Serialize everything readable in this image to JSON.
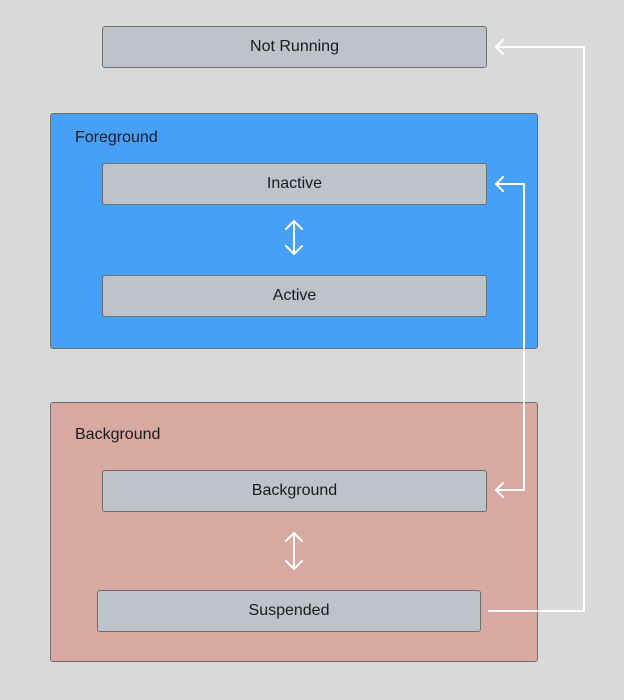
{
  "groups": {
    "foreground": {
      "title": "Foreground",
      "color": "#46a0f8"
    },
    "background": {
      "title": "Background",
      "color": "#d8a9a0"
    }
  },
  "states": {
    "not_running": "Not Running",
    "inactive": "Inactive",
    "active": "Active",
    "background": "Background",
    "suspended": "Suspended"
  },
  "colors": {
    "page": "#d9d9d9",
    "state_box": "#bec3ca",
    "connector": "#ffffff"
  },
  "icons": {
    "fg_link": "double-arrow-vertical-icon",
    "bg_link": "double-arrow-vertical-icon",
    "loop_connector": "arrow-left-icon"
  }
}
